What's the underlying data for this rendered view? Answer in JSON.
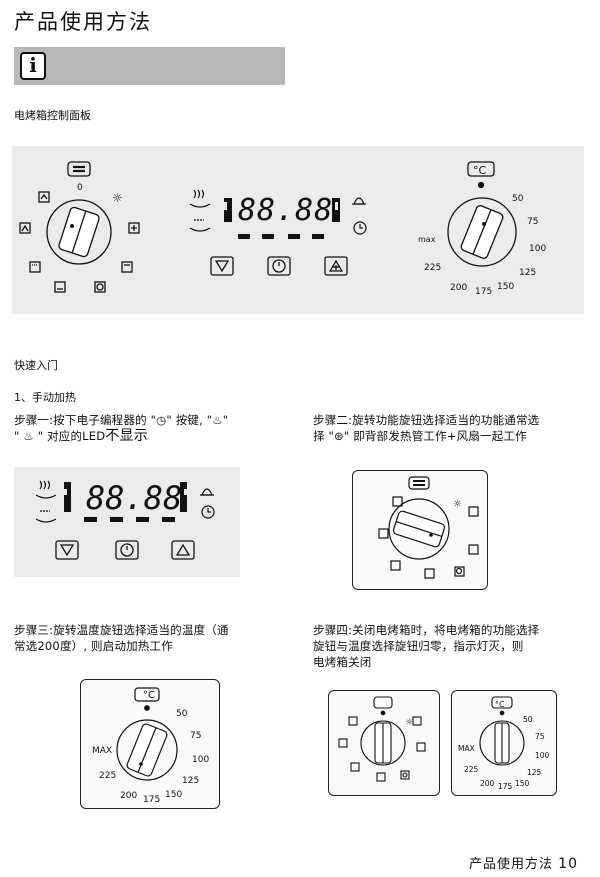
{
  "page": {
    "title": "产品使用方法",
    "panel_label": "电烤箱控制面板",
    "quick_start": "快速入门",
    "manual_heating": "1、手动加热",
    "footer_text": "产品使用方法",
    "footer_page": "10"
  },
  "steps": {
    "step1_line1": "步骤一:按下电子编程器的 \"◷\" 按键, \"♨\"",
    "step1_line2_a": "\" ♨ \" 对应的LED",
    "step1_line2_b": "不显示",
    "step2_line1": "步骤二:旋转功能旋钮选择适当的功能通常选",
    "step2_line2": "择 \"⊛\" 即背部发热管工作+风扇一起工作",
    "step3_line1": "步骤三:旋转温度旋钮选择适当的温度（通",
    "step3_line2": "常选200度）, 则启动加热工作",
    "step4_line1": "步骤四:关闭电烤箱时，将电烤箱的功能选择",
    "step4_line2": "旋钮与温度选择旋钮归零，指示灯灭，则",
    "step4_line3": "电烤箱关闭"
  },
  "display": {
    "digits": "88.88"
  },
  "function_knob": {
    "zero_label": "0"
  },
  "temperature_knob": {
    "unit": "°C",
    "marks": [
      "50",
      "75",
      "100",
      "125",
      "150",
      "175",
      "200",
      "225",
      "max"
    ],
    "marks_small": [
      "50",
      "75",
      "100",
      "125",
      "150",
      "175",
      "200",
      "225",
      "MAX"
    ]
  },
  "icons": {
    "info": "i",
    "steam": "steam-icon",
    "bell": "bell-icon",
    "clock": "clock-icon",
    "down": "down-arrow-button",
    "up": "up-plus-button"
  }
}
